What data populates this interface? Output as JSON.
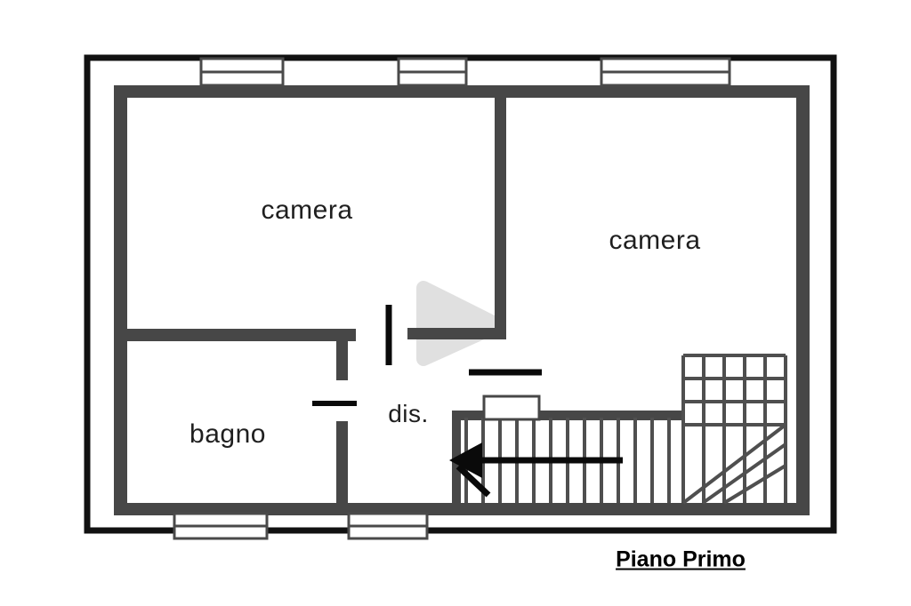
{
  "plan": {
    "title": "Piano Primo",
    "rooms": {
      "camera_left": "camera",
      "camera_right": "camera",
      "bagno": "bagno",
      "disimpegno": "dis."
    }
  },
  "colors": {
    "frame": "#111111",
    "wall": "#474747",
    "stair_line": "#4f4f4f",
    "symbol": "#0a0a0a",
    "watermark": "#d6d6d6",
    "background": "#ffffff",
    "text": "#1f1f1f"
  }
}
